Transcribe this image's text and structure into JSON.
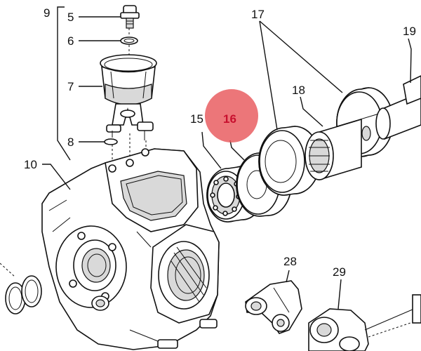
{
  "callouts": {
    "c5": "5",
    "c6": "6",
    "c7": "7",
    "c8": "8",
    "c9": "9",
    "c10": "10",
    "c15": "15",
    "c16": "16",
    "c17": "17",
    "c18": "18",
    "c19": "19",
    "c28": "28",
    "c29": "29"
  },
  "highlight": {
    "color": "#e8585c",
    "target": "16"
  }
}
